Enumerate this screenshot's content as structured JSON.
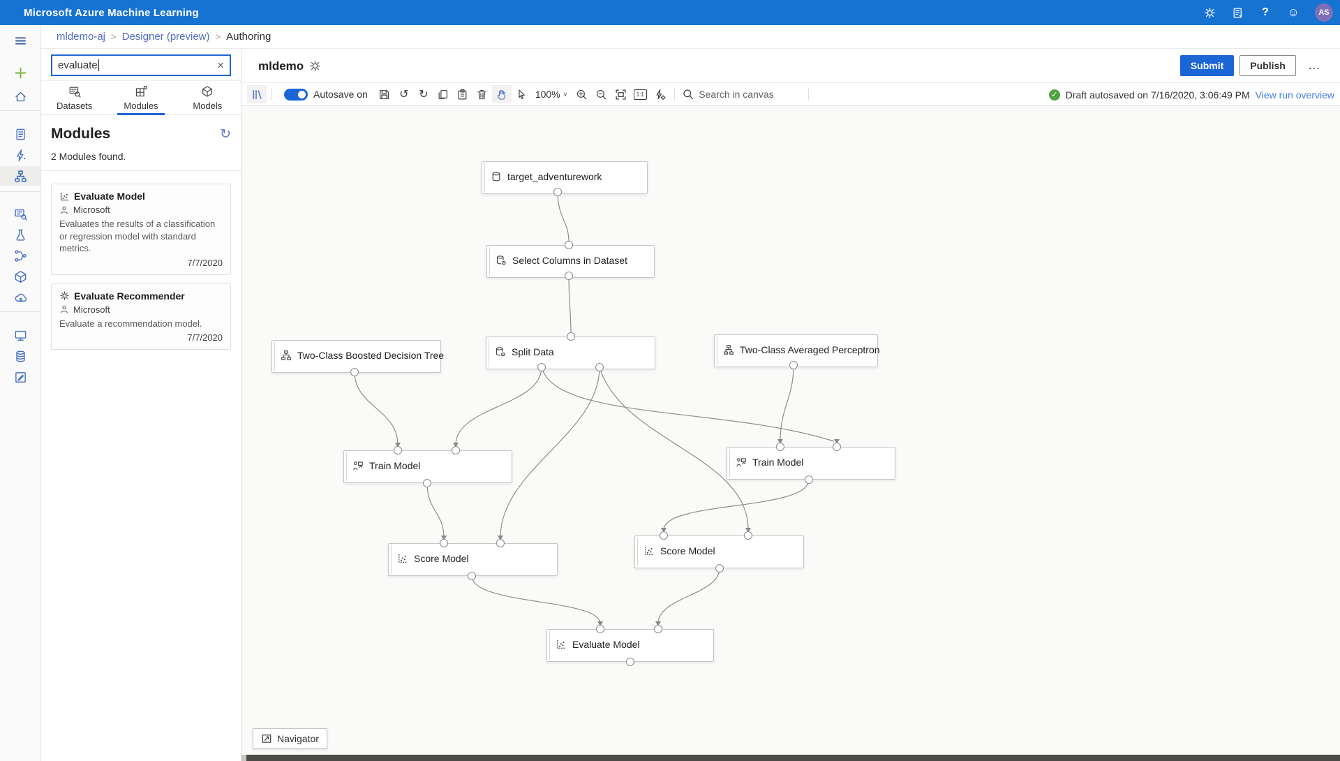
{
  "topbar": {
    "title": "Microsoft Azure Machine Learning",
    "help": "?",
    "avatar": "AS"
  },
  "breadcrumb": {
    "items": [
      "mldemo-aj",
      "Designer (preview)",
      "Authoring"
    ],
    "separator": ">"
  },
  "panel": {
    "search_value": "evaluate",
    "tabs": [
      {
        "label": "Datasets"
      },
      {
        "label": "Modules"
      },
      {
        "label": "Models"
      }
    ],
    "heading": "Modules",
    "count": "2 Modules found.",
    "modules": [
      {
        "title": "Evaluate Model",
        "vendor": "Microsoft",
        "description": "Evaluates the results of a classification or regression model with standard metrics.",
        "date": "7/7/2020"
      },
      {
        "title": "Evaluate Recommender",
        "vendor": "Microsoft",
        "description": "Evaluate a recommendation model.",
        "date": "7/7/2020"
      }
    ]
  },
  "header": {
    "name": "mldemo",
    "submit": "Submit",
    "publish": "Publish",
    "more": "..."
  },
  "toolbar": {
    "autosave": "Autosave on",
    "zoom": "100%",
    "one_to_one": "1:1",
    "search_placeholder": "Search in canvas"
  },
  "status": {
    "text": "Draft autosaved on 7/16/2020, 3:06:49 PM",
    "link": "View run overview"
  },
  "canvas": {
    "nodes": [
      {
        "label": "target_adventurework",
        "icon": "dataset-icon"
      },
      {
        "label": "Select Columns in Dataset",
        "icon": "data-transform-icon"
      },
      {
        "label": "Split Data",
        "icon": "data-transform-icon"
      },
      {
        "label": "Two-Class Boosted Decision Tree",
        "icon": "algorithm-icon"
      },
      {
        "label": "Two-Class Averaged Perceptron",
        "icon": "algorithm-icon"
      },
      {
        "label": "Train Model",
        "icon": "train-icon"
      },
      {
        "label": "Train Model",
        "icon": "train-icon"
      },
      {
        "label": "Score Model",
        "icon": "score-icon"
      },
      {
        "label": "Score Model",
        "icon": "score-icon"
      },
      {
        "label": "Evaluate Model",
        "icon": "score-icon"
      }
    ],
    "navigator": "Navigator"
  },
  "icons": {
    "refresh": "↻",
    "clear": "×",
    "undo": "↺",
    "redo": "↻",
    "chevron_down": "∨",
    "smiley": "☺"
  }
}
